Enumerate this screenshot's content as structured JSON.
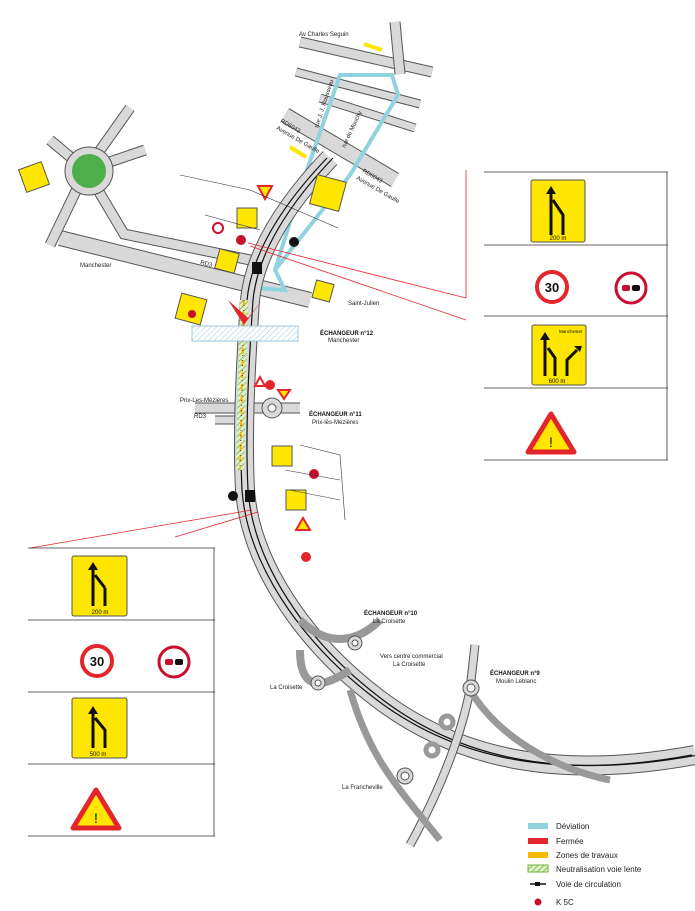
{
  "streets": {
    "av_charles_seguin": "Av Charles Seguin",
    "rue_jj_rousseau": "rue J. J. Rousseau",
    "rue_de_mouchy": "rue de Mouchy",
    "rd6043_1": "RD6043",
    "rd6043_1_sub": "Avenue De Gaulle",
    "rd6043_2": "RD6043",
    "rd6043_2_sub": "Avenue De Gaulle",
    "rd3": "RD3",
    "rd3_bis": "RD3"
  },
  "places": {
    "manchester": "Manchester",
    "saint_julien": "Saint-Julien",
    "prix_les_mezieres": "Prix-Les-Mézières",
    "la_croisette": "La Croisette",
    "la_francheville": "La Francheville",
    "vers_centre": "Vers centre commercial",
    "vers_centre_sub": "La Croisette"
  },
  "interchanges": [
    {
      "title": "ÉCHANGEUR n°12",
      "sub": "Manchester"
    },
    {
      "title": "ÉCHANGEUR n°11",
      "sub": "Prix-lès-Mézières"
    },
    {
      "title": "ÉCHANGEUR n°10",
      "sub": "La Croisette"
    },
    {
      "title": "ÉCHANGEUR n°9",
      "sub": "Moulin Leblanc"
    }
  ],
  "right_panel": {
    "sign1_distance": "200 m",
    "speed_limit": "30",
    "sign3_destination": "Manchester",
    "sign3_distance": "600 m"
  },
  "left_panel": {
    "sign1_distance": "200 m",
    "speed_limit": "30",
    "sign3_distance": "500 m"
  },
  "legend": [
    {
      "label": "Déviation",
      "color": "#8fd3e0"
    },
    {
      "label": "Fermée",
      "color": "#e3262b"
    },
    {
      "label": "Zones de travaux",
      "color": "#f7b900"
    },
    {
      "label": "Neutralisation voie lente",
      "color": "#8cc63f"
    },
    {
      "label": "Voie de circulation",
      "color": "#111111"
    },
    {
      "label": "K 5C",
      "color": "#c8102e"
    }
  ]
}
